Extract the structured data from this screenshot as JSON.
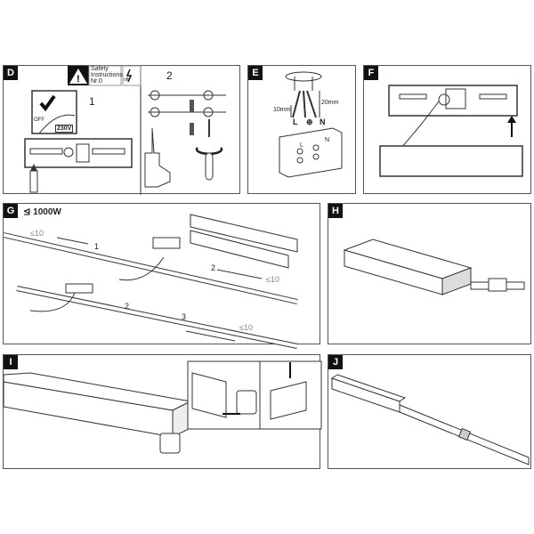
{
  "panels": {
    "D": {
      "label": "D",
      "safety_line1": "Safety",
      "safety_line2": "Instructions",
      "safety_ref": "Nr.0",
      "off_small": "off",
      "step1": "1",
      "step2": "2",
      "switch_off": "OFF",
      "voltage": "230V"
    },
    "E": {
      "label": "E",
      "strip_short": "10mm",
      "strip_long": "20mm",
      "live": "L",
      "neutral": "N",
      "terminal_live": "L",
      "terminal_neutral": "N"
    },
    "F": {
      "label": "F"
    },
    "G": {
      "label": "G",
      "max_power": "1000W",
      "max_count_1": "≤10",
      "max_count_2": "≤10",
      "max_count_3": "≤10",
      "step_1": "1",
      "step_2a": "2",
      "step_2b": "2",
      "step_3": "3"
    },
    "H": {
      "label": "H"
    },
    "I": {
      "label": "I"
    },
    "J": {
      "label": "J"
    }
  }
}
